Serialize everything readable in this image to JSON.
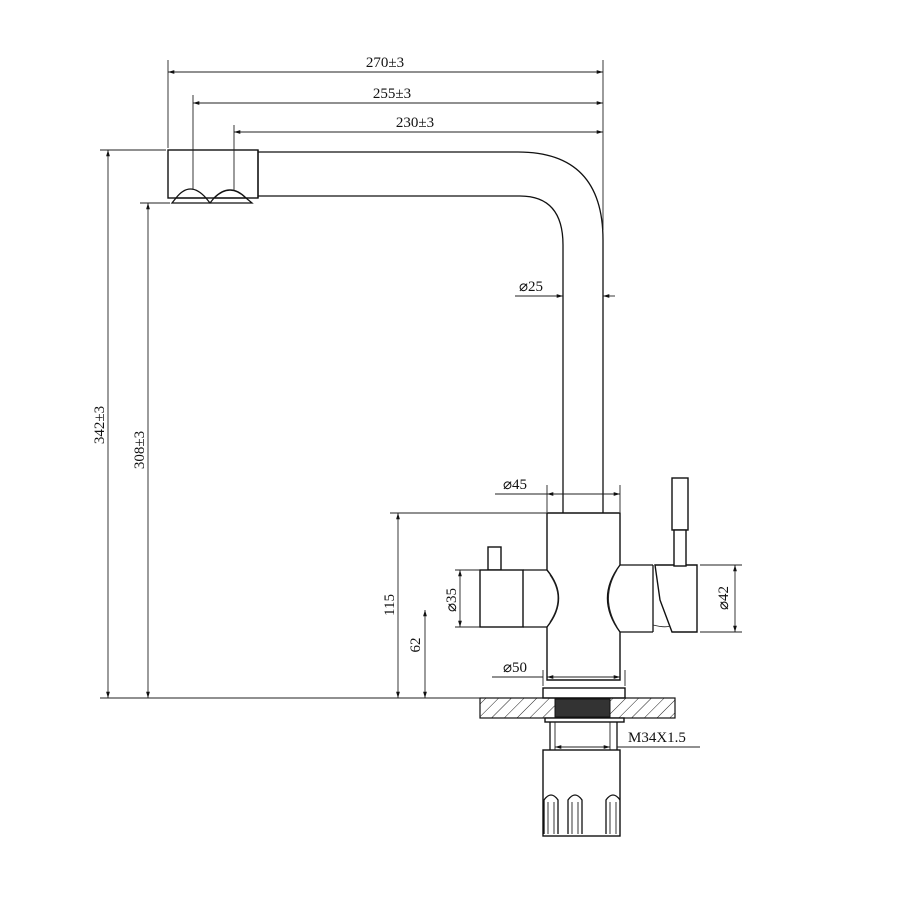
{
  "dimensions": {
    "overall_reach": "270±3",
    "reach_middle_outlet": "255±3",
    "reach_inner_outlet": "230±3",
    "overall_height": "342±3",
    "outlet_height": "308±3",
    "spout_tube_diameter": "⌀25",
    "body_top_diameter": "⌀45",
    "left_handle_diameter": "⌀35",
    "right_handle_diameter": "⌀42",
    "body_height": "115",
    "handle_axis_height": "62",
    "base_diameter": "⌀50",
    "thread": "M34X1.5"
  },
  "colors": {
    "line": "#111111",
    "thread_fill": "#333333"
  }
}
